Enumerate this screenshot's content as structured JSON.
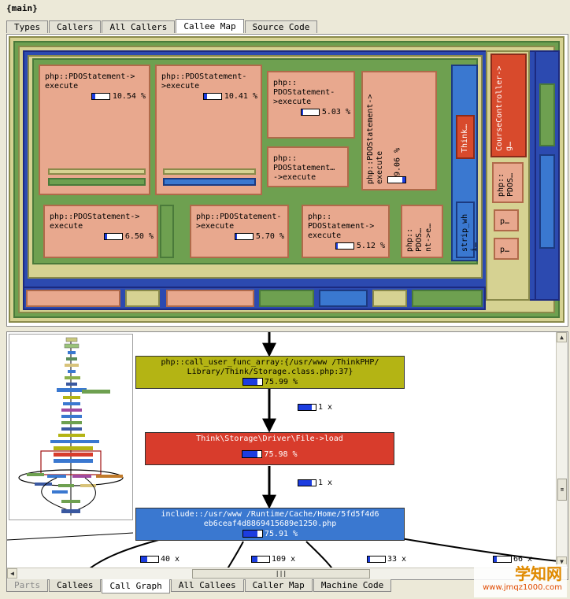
{
  "context_title": "{main}",
  "top_tabs": [
    {
      "label": "Types",
      "active": false
    },
    {
      "label": "Callers",
      "active": false
    },
    {
      "label": "All Callers",
      "active": false
    },
    {
      "label": "Callee Map",
      "active": true
    },
    {
      "label": "Source Code",
      "active": false
    }
  ],
  "bottom_tabs": [
    {
      "label": "Parts",
      "active": false,
      "disabled": true
    },
    {
      "label": "Callees",
      "active": false
    },
    {
      "label": "Call Graph",
      "active": true
    },
    {
      "label": "All Callees",
      "active": false
    },
    {
      "label": "Caller Map",
      "active": false
    },
    {
      "label": "Machine Code",
      "active": false
    }
  ],
  "callee_map": {
    "labels": [
      {
        "text": "php::PDOStatement->\nexecute",
        "percent": "10.54 %",
        "fraction": 0.1054
      },
      {
        "text": "php::PDOStatement-\n>execute",
        "percent": "10.41 %",
        "fraction": 0.1041
      },
      {
        "text": "php::\nPDOStatement-\n>execute",
        "percent": "5.03 %",
        "fraction": 0.0503
      },
      {
        "text": "php::PDOStatement->\nexecute",
        "percent": "9.06 %",
        "fraction": 0.0906
      },
      {
        "text": "php::\nPDOStatement…\n->execute",
        "percent": "",
        "fraction": 0
      },
      {
        "text": "php::PDOStatement->\nexecute",
        "percent": "6.50 %",
        "fraction": 0.065
      },
      {
        "text": "php::PDOStatement-\n>execute",
        "percent": "5.70 %",
        "fraction": 0.057
      },
      {
        "text": "php::\nPDOStatement->\nexecute",
        "percent": "5.12 %",
        "fraction": 0.0512
      },
      {
        "text": "php::\nPDOS…\nnt->e…",
        "percent": "",
        "fraction": 0
      },
      {
        "text": "Think…",
        "percent": "",
        "fraction": 0
      },
      {
        "text": "strip_whi…",
        "percent": "",
        "fraction": 0
      },
      {
        "text": "CourseController->g…",
        "percent": "",
        "fraction": 0
      },
      {
        "text": "php::\nPDOS…",
        "percent": "",
        "fraction": 0
      },
      {
        "text": "p…",
        "percent": "",
        "fraction": 0
      },
      {
        "text": "p…",
        "percent": "",
        "fraction": 0
      }
    ]
  },
  "call_graph": {
    "nodes": [
      {
        "label": "php::call_user_func_array:{/usr/www           /ThinkPHP/\nLibrary/Think/Storage.class.php:37}",
        "cost": "75.99 %",
        "fraction": 0.7599,
        "color": "#b4b414",
        "text_color": "#000000"
      },
      {
        "label": "Think\\Storage\\Driver\\File->load",
        "cost": "75.98 %",
        "fraction": 0.7598,
        "color": "#d83c2c",
        "text_color": "#ffffff"
      },
      {
        "label": "include::/usr/www          /Runtime/Cache/Home/5fd5f4d6\neb6ceaf4d8869415689e1250.php",
        "cost": "75.91 %",
        "fraction": 0.7591,
        "color": "#3a78d0",
        "text_color": "#ffffff"
      }
    ],
    "edges": [
      {
        "calls": "1 x",
        "fraction": 0.7598
      },
      {
        "calls": "1 x",
        "fraction": 0.7591
      },
      {
        "calls": "40 x",
        "fraction": 0.35
      },
      {
        "calls": "109 x",
        "fraction": 0.3
      },
      {
        "calls": "33 x",
        "fraction": 0.15
      },
      {
        "calls": "66 x",
        "fraction": 0.2
      }
    ],
    "scroll": {
      "vertical_glyph": "≡",
      "horizontal_glyph": "|||"
    }
  },
  "watermark": {
    "main": "学知网",
    "sub": "www.jmqz1000.com"
  },
  "colors": {
    "node_salmon": "#e8a88e",
    "treemap_blue": "#2c4ab0",
    "treemap_green": "#6ea050",
    "treemap_yellow": "#d6d292",
    "treemap_red": "#d84a2c"
  }
}
